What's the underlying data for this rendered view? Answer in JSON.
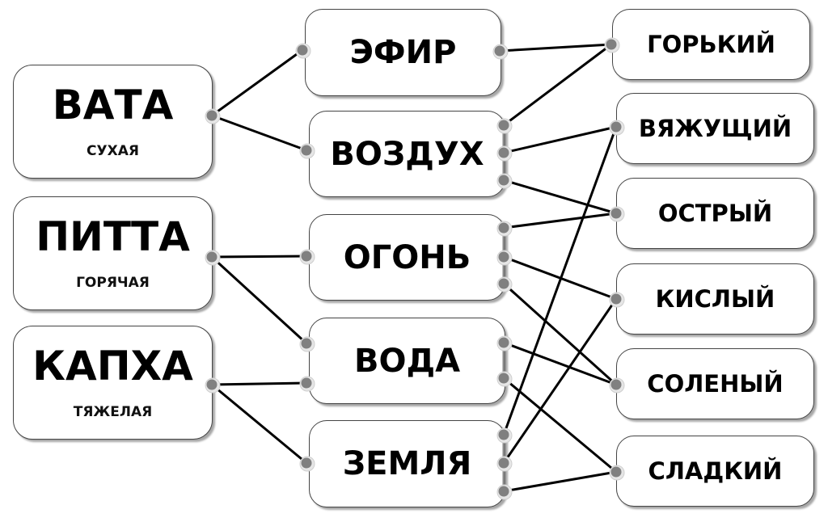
{
  "diagram": {
    "doshas": [
      {
        "id": "vata",
        "label": "ВАТА",
        "quality": "СУХАЯ"
      },
      {
        "id": "pitta",
        "label": "ПИТТА",
        "quality": "ГОРЯЧАЯ"
      },
      {
        "id": "kapha",
        "label": "КАПХА",
        "quality": "ТЯЖЕЛАЯ"
      }
    ],
    "elements": [
      {
        "id": "ether",
        "label": "ЭФИР"
      },
      {
        "id": "air",
        "label": "ВОЗДУХ"
      },
      {
        "id": "fire",
        "label": "ОГОНЬ"
      },
      {
        "id": "water",
        "label": "ВОДА"
      },
      {
        "id": "earth",
        "label": "ЗЕМЛЯ"
      }
    ],
    "tastes": [
      {
        "id": "bitter",
        "label": "ГОРЬКИЙ"
      },
      {
        "id": "astringent",
        "label": "ВЯЖУЩИЙ"
      },
      {
        "id": "pungent",
        "label": "ОСТРЫЙ"
      },
      {
        "id": "sour",
        "label": "КИСЛЫЙ"
      },
      {
        "id": "salty",
        "label": "СОЛЕНЫЙ"
      },
      {
        "id": "sweet",
        "label": "СЛАДКИЙ"
      }
    ],
    "dosha_element_links": [
      [
        "vata",
        "ether"
      ],
      [
        "vata",
        "air"
      ],
      [
        "pitta",
        "fire"
      ],
      [
        "pitta",
        "water"
      ],
      [
        "kapha",
        "water"
      ],
      [
        "kapha",
        "earth"
      ]
    ],
    "element_taste_links": [
      [
        "ether",
        "bitter"
      ],
      [
        "air",
        "bitter"
      ],
      [
        "air",
        "astringent"
      ],
      [
        "air",
        "pungent"
      ],
      [
        "fire",
        "pungent"
      ],
      [
        "fire",
        "sour"
      ],
      [
        "fire",
        "salty"
      ],
      [
        "water",
        "salty"
      ],
      [
        "water",
        "sweet"
      ],
      [
        "earth",
        "astringent"
      ],
      [
        "earth",
        "sour"
      ],
      [
        "earth",
        "sweet"
      ]
    ],
    "colors": {
      "line": "#000000",
      "node": "#808080",
      "node_ring": "#e6e6e6",
      "box_border": "#444444"
    }
  }
}
